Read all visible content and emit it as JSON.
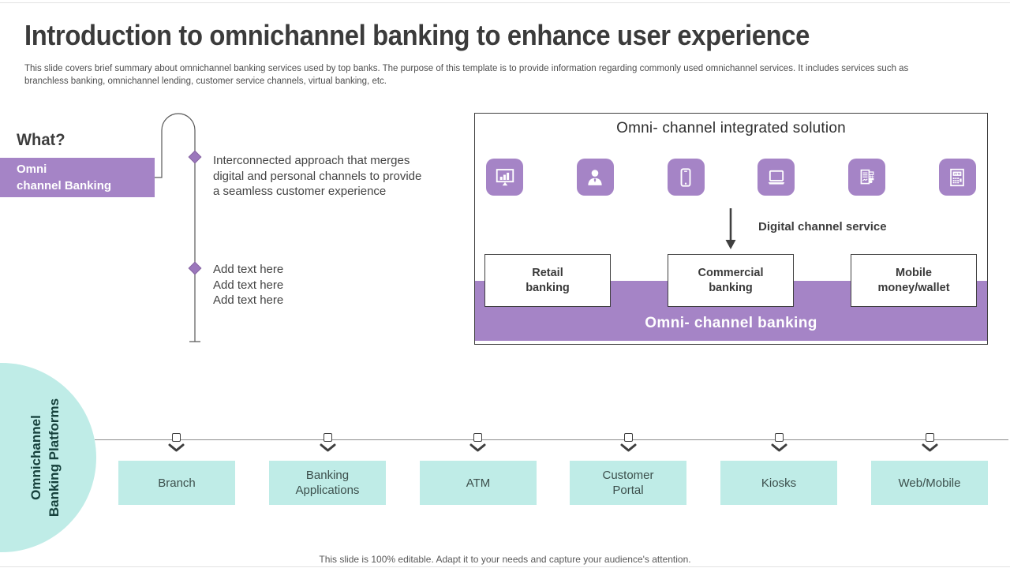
{
  "header": {
    "title": "Introduction to omnichannel banking to enhance user experience",
    "subtitle_line1": "This slide covers brief summary about omnichannel banking services used by top banks. The purpose of this template is to provide information regarding commonly used omnichannel services. It includes services such as",
    "subtitle_line2": "branchless banking, omnichannel lending, customer service channels, virtual banking, etc."
  },
  "what_section": {
    "heading": "What?",
    "label": {
      "line1": "Omni",
      "line2": "channel Banking"
    },
    "definition": {
      "line1": "Interconnected approach that merges",
      "line2": "digital and personal channels to provide",
      "line3": "a seamless customer experience"
    },
    "placeholder": {
      "line1": "Add text here",
      "line2": "Add text here",
      "line3": "Add text here"
    }
  },
  "solution_panel": {
    "title": "Omni- channel integrated solution",
    "icons": [
      {
        "name": "monitor-chart-icon"
      },
      {
        "name": "customer-person-icon"
      },
      {
        "name": "smartphone-icon"
      },
      {
        "name": "laptop-icon"
      },
      {
        "name": "billing-machine-icon"
      },
      {
        "name": "atm-icon",
        "label": "ATM"
      }
    ],
    "arrow_label": "Digital channel service",
    "channel_boxes": [
      {
        "line1": "Retail",
        "line2": "banking"
      },
      {
        "line1": "Commercial",
        "line2": "banking"
      },
      {
        "line1": "Mobile",
        "line2": "money/wallet"
      }
    ],
    "band_label": "Omni- channel banking"
  },
  "platforms_section": {
    "circle_label": {
      "line1": "Omnichannel",
      "line2": "Banking Platforms"
    },
    "items": [
      {
        "label": "Branch"
      },
      {
        "label": "Banking Applications"
      },
      {
        "label": "ATM"
      },
      {
        "label": "Customer Portal"
      },
      {
        "label": "Kiosks"
      },
      {
        "label": "Web/Mobile"
      }
    ]
  },
  "footer": {
    "text": "This slide is 100% editable. Adapt it to your needs and capture your audience's attention."
  },
  "colors": {
    "purple": "#a584c6",
    "teal": "#bfece7",
    "dark_text": "#3d3d3d"
  }
}
